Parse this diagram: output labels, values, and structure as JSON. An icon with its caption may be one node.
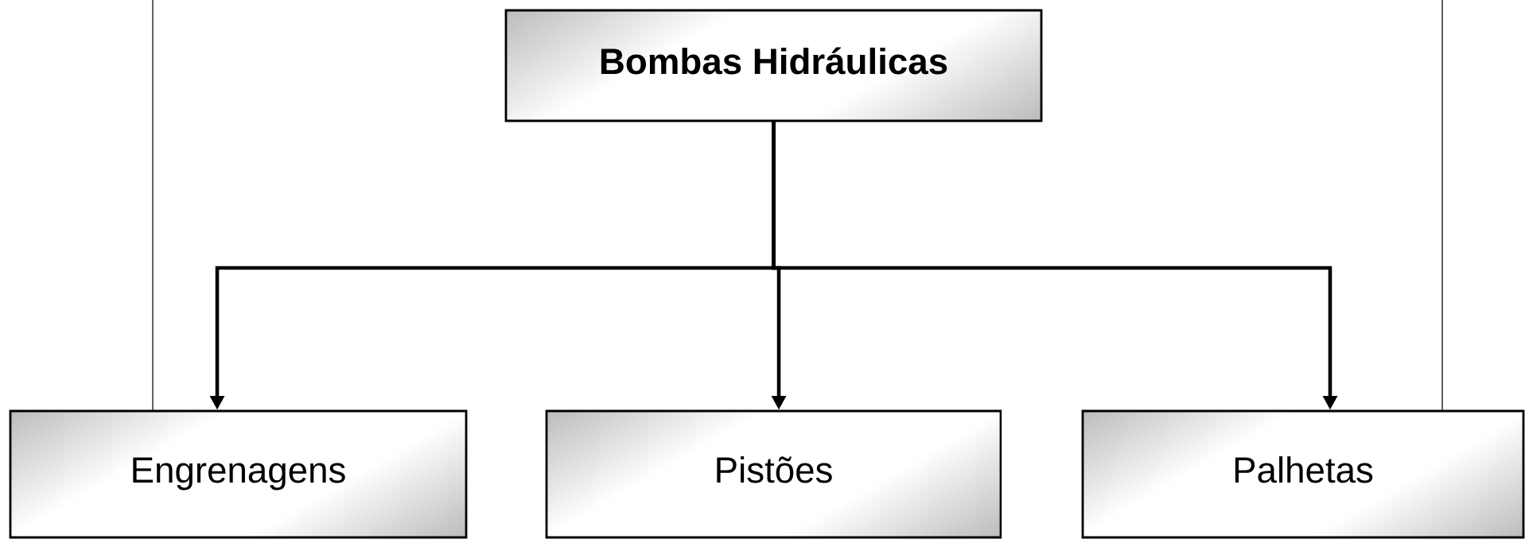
{
  "diagram": {
    "nodes": [
      {
        "text": [
          "Bombas Hidráulicas"
        ]
      },
      {
        "text": [
          "Engrenagens"
        ]
      },
      {
        "text": [
          "Pistões"
        ]
      },
      {
        "text": [
          "Palhetas"
        ]
      }
    ],
    "edges": [
      {
        "from": 0,
        "to": 1,
        "arrow": "to"
      },
      {
        "from": 0,
        "to": 2,
        "arrow": "to"
      },
      {
        "from": 0,
        "to": 3,
        "arrow": "to"
      }
    ]
  }
}
